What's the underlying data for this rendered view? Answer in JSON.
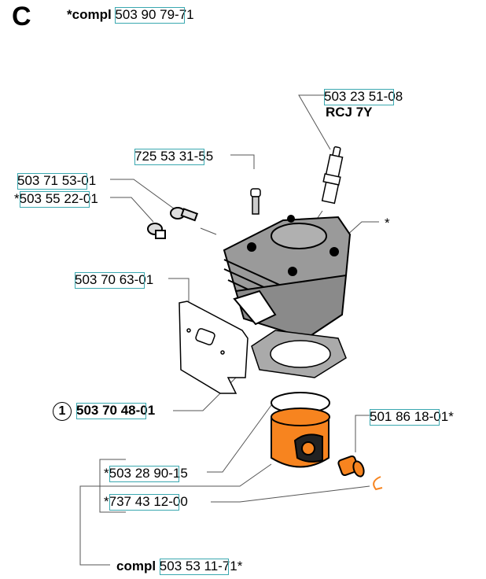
{
  "section": "C",
  "header": {
    "prefix": "*compl",
    "part_number": "503 90 79-71"
  },
  "parts": {
    "spark_plug": {
      "part_number": "503 23 51-08",
      "note": "RCJ 7Y"
    },
    "screw": {
      "part_number": "725 53 31-55"
    },
    "decompression_valve": {
      "part_number": "503 71 53-01"
    },
    "plug": {
      "prefix": "*",
      "part_number": "503 55 22-01"
    },
    "cylinder": {
      "marker": "*"
    },
    "gasket_plate": {
      "part_number": "503 70 63-01"
    },
    "cylinder_gasket": {
      "index": "1",
      "part_number": "503 70 48-01"
    },
    "needle_bearing": {
      "part_number": "501 86 18-01",
      "suffix": "*"
    },
    "piston_ring": {
      "prefix": "*",
      "part_number": "503 28 90-15"
    },
    "circlip": {
      "prefix": "*",
      "part_number": "737 43 12-00"
    },
    "piston_kit": {
      "prefix": "compl",
      "part_number": "503 53 11-71",
      "suffix": "*"
    }
  },
  "colors": {
    "highlight_box": "#3aa8b0",
    "piston": "#f7841f",
    "outline": "#000000"
  }
}
